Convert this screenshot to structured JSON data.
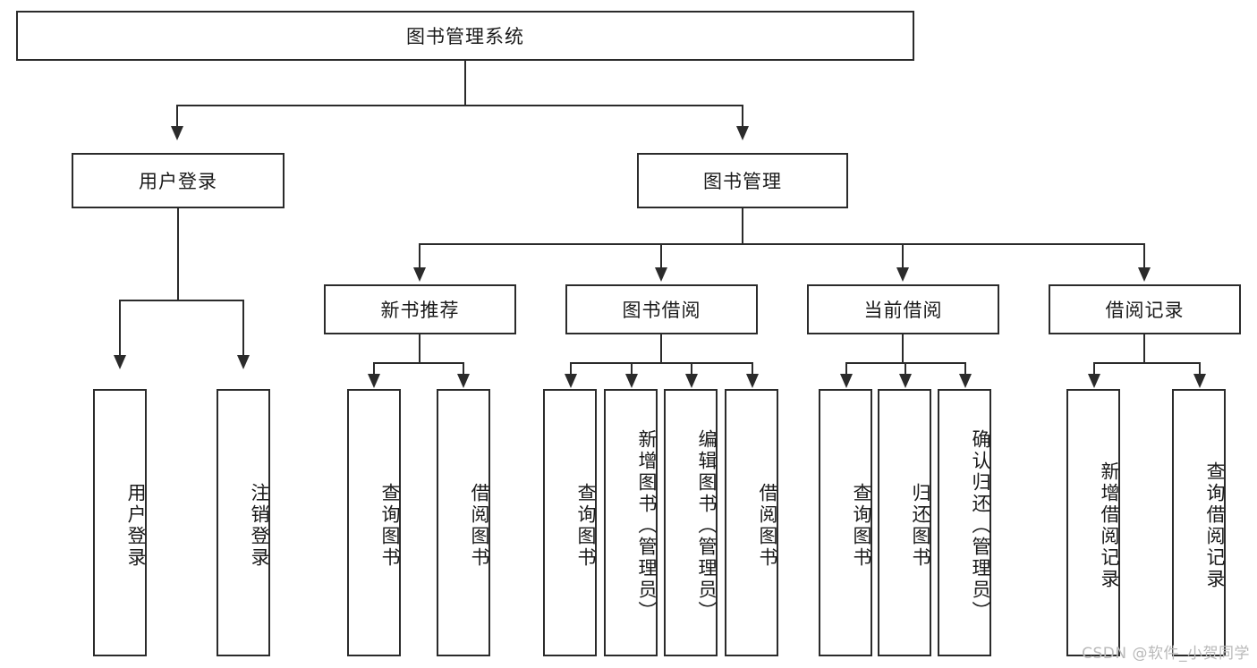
{
  "diagram": {
    "type": "tree-hierarchy",
    "title": "图书管理系统",
    "root": {
      "label": "图书管理系统"
    },
    "level2": [
      {
        "label": "用户登录"
      },
      {
        "label": "图书管理"
      }
    ],
    "level3": [
      {
        "label": "新书推荐"
      },
      {
        "label": "图书借阅"
      },
      {
        "label": "当前借阅"
      },
      {
        "label": "借阅记录"
      }
    ],
    "leaves": {
      "user_login": [
        "用户登录",
        "注销登录"
      ],
      "new_book": [
        "查询图书",
        "借阅图书"
      ],
      "book_borrow": [
        "查询图书",
        "新增图书（管理员）",
        "编辑图书（管理员）",
        "借阅图书"
      ],
      "current_borrow": [
        "查询图书",
        "归还图书",
        "确认归还（管理员）"
      ],
      "borrow_record": [
        "新增借阅记录",
        "查询借阅记录"
      ]
    }
  },
  "watermark": {
    "text": "CSDN @软件_小贺同学"
  },
  "colors": {
    "stroke": "#2b2b2b",
    "fill": "#ffffff",
    "text": "#1a1a1a",
    "watermark": "#b9b9b9"
  }
}
